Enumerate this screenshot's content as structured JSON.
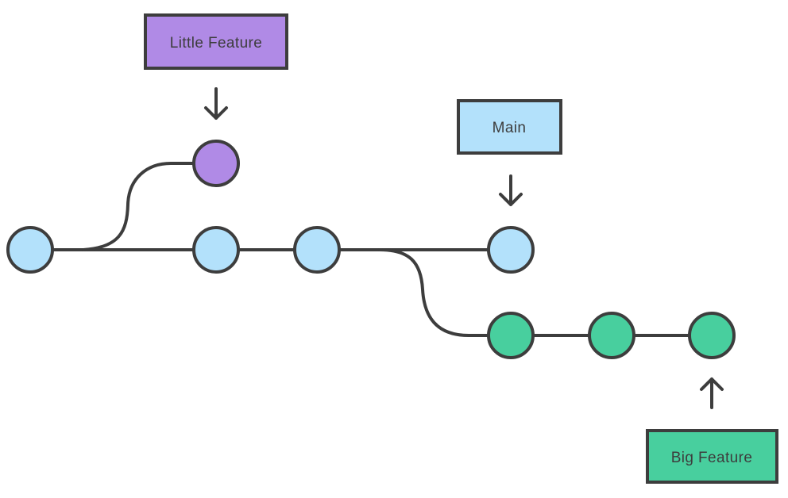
{
  "colors": {
    "main": "#b3e1fb",
    "little_feature": "#b08ae6",
    "big_feature": "#48cf9e",
    "stroke": "#3d3d3d"
  },
  "branches": {
    "little_feature": {
      "label": "Little Feature",
      "commit_count": 1
    },
    "main": {
      "label": "Main",
      "commit_count": 4
    },
    "big_feature": {
      "label": "Big Feature",
      "commit_count": 3
    }
  }
}
